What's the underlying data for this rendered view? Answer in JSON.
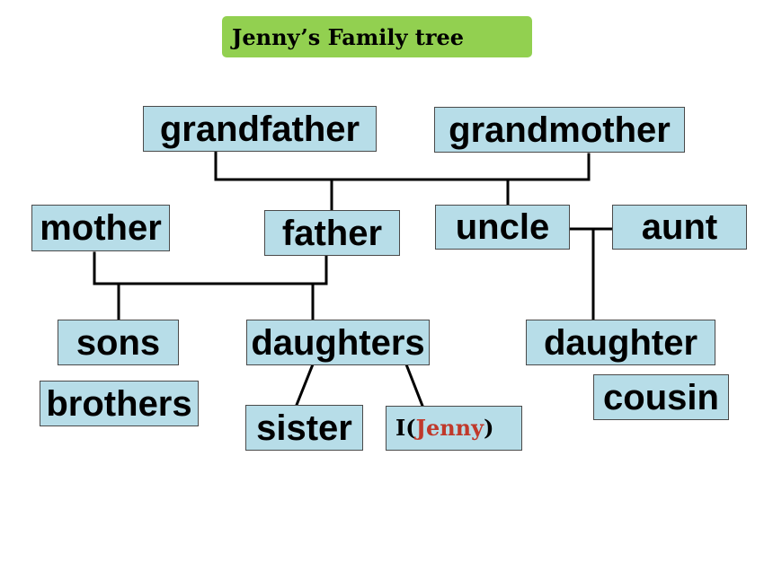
{
  "title": "Jenny’s Family tree",
  "nodes": {
    "grandfather": "grandfather",
    "grandmother": "grandmother",
    "mother": "mother",
    "father": "father",
    "uncle": "uncle",
    "aunt": "aunt",
    "sons": "sons",
    "daughters": "daughters",
    "daughter": "daughter",
    "brothers": "brothers",
    "sister": "sister",
    "cousin": "cousin",
    "me_prefix": "I(",
    "me_name": "Jenny",
    "me_suffix": ")"
  },
  "colors": {
    "title_bg": "#92d050",
    "box_bg": "#b7dde8",
    "highlight_text": "#c0392b"
  }
}
